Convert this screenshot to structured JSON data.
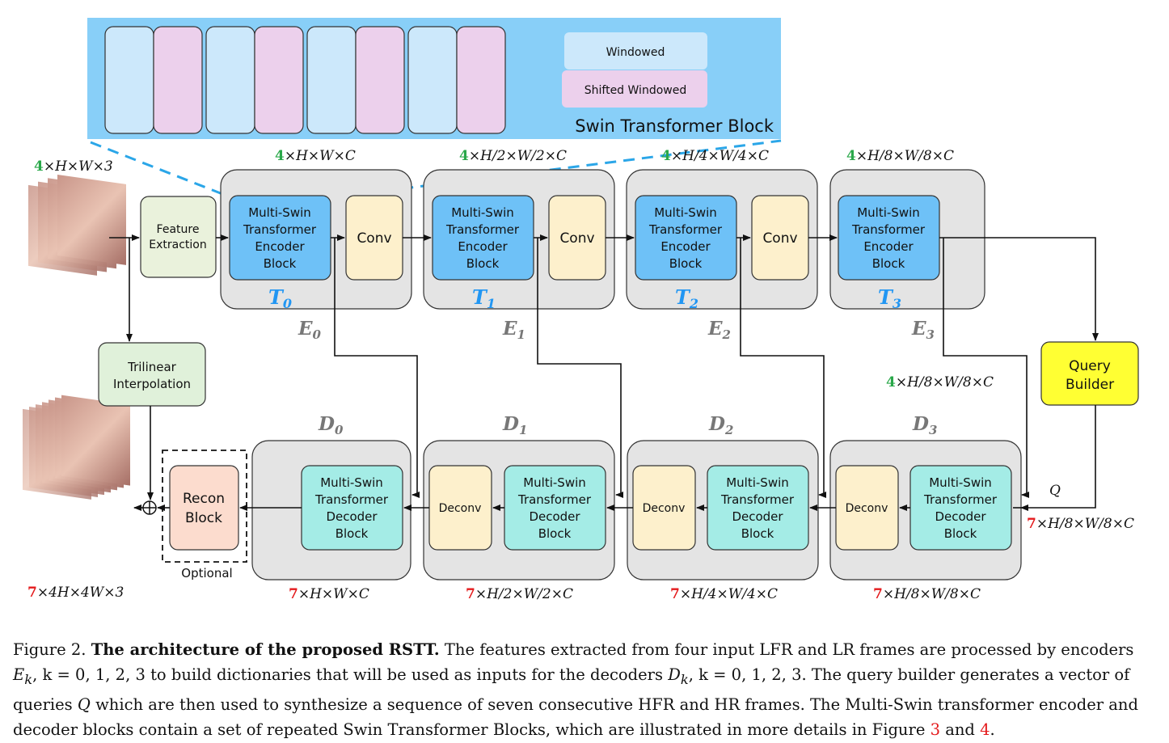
{
  "swin_block": {
    "title": "Swin Transformer Block",
    "legend_windowed": "Windowed",
    "legend_shifted": "Shifted Windowed"
  },
  "input": {
    "count": "4",
    "dims": "×H×W×3"
  },
  "output": {
    "count": "7",
    "dims": "×4H×4W×3"
  },
  "feature_extraction": {
    "line1": "Feature",
    "line2": "Extraction"
  },
  "trilinear": {
    "line1": "Trilinear",
    "line2": "Interpolation"
  },
  "query_builder": {
    "line1": "Query",
    "line2": "Builder"
  },
  "recon": {
    "line1": "Recon",
    "line2": "Block",
    "optional": "Optional"
  },
  "encoder_block_lines": [
    "Multi-Swin",
    "Transformer",
    "Encoder",
    "Block"
  ],
  "decoder_block_lines": [
    "Multi-Swin",
    "Transformer",
    "Decoder",
    "Block"
  ],
  "conv_label": "Conv",
  "deconv_label": "Deconv",
  "q_label": "Q",
  "encoders": [
    {
      "t": "T",
      "t_sub": "0",
      "e": "E",
      "e_sub": "0",
      "count": "4",
      "dims": "×H×W×C"
    },
    {
      "t": "T",
      "t_sub": "1",
      "e": "E",
      "e_sub": "1",
      "count": "4",
      "dims": "×H/2×W/2×C"
    },
    {
      "t": "T",
      "t_sub": "2",
      "e": "E",
      "e_sub": "2",
      "count": "4",
      "dims": "×H/4×W/4×C"
    },
    {
      "t": "T",
      "t_sub": "3",
      "e": "E",
      "e_sub": "3",
      "count": "4",
      "dims": "×H/8×W/8×C"
    }
  ],
  "decoders": [
    {
      "d": "D",
      "d_sub": "0",
      "count": "7",
      "dims": "×H×W×C"
    },
    {
      "d": "D",
      "d_sub": "1",
      "count": "7",
      "dims": "×H/2×W/2×C"
    },
    {
      "d": "D",
      "d_sub": "2",
      "count": "7",
      "dims": "×H/4×W/4×C"
    },
    {
      "d": "D",
      "d_sub": "3",
      "count": "7",
      "dims": "×H/8×W/8×C"
    }
  ],
  "e3_out": {
    "count": "4",
    "dims": "×H/8×W/8×C"
  },
  "q_dims": {
    "count": "7",
    "dims": "×H/8×W/8×C"
  },
  "colors": {
    "windowed": "#cce8fb",
    "shifted": "#ecd0ec",
    "swin_bg": "#88cff8",
    "encoder": "#6ec1f7",
    "conv": "#fdf0cc",
    "decoder": "#a4ece6",
    "stage_bg": "#e4e4e4",
    "feature": "#eaf2dc",
    "trilinear": "#e0f1da",
    "query": "#ffff33",
    "recon": "#fcdcce",
    "green": "#2aa84a",
    "red": "#e41a1c"
  },
  "caption": {
    "fig": "Figure 2.",
    "bold": "The architecture of the proposed RSTT.",
    "s1": "The features extracted from four input LFR and LR frames are processed by encoders",
    "s2a": "E",
    "s2b": "k",
    "s2c": ", k = 0, 1, 2, 3 to build dictionaries that will be used as inputs for the decoders",
    "s2d": "D",
    "s2e": "k",
    "s2f": ", k = 0, 1, 2, 3. The query builder generates a vector",
    "s3a": "of queries",
    "s3b": "Q",
    "s3c": "which are then used to synthesize a sequence of seven consecutive HFR and HR frames. The Multi-Swin transformer encoder",
    "s4a": "and decoder blocks contain a set of repeated Swin Transformer Blocks, which are illustrated in more details in Figure",
    "ref1": "3",
    "s4b": "and",
    "ref2": "4",
    "s4c": "."
  }
}
